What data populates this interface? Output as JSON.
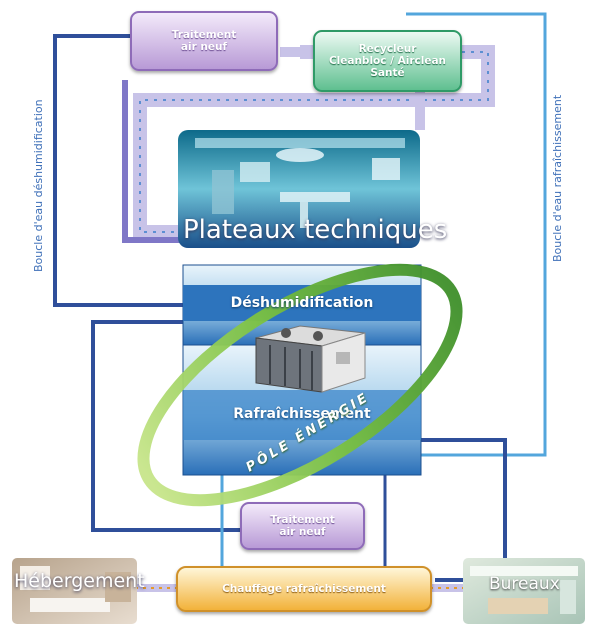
{
  "labels": {
    "traitement_top": [
      "Traitement",
      "air neuf"
    ],
    "recycleur": [
      "Recycleur",
      "Cleanbloc / Airclean Santé"
    ],
    "plateaux": "Plateaux techniques",
    "deshumidification": "Déshumidification",
    "rafraichissement": "Rafraîchissement",
    "pole_energie": "PÔLE ÉNERGIE",
    "traitement_bottom": [
      "Traitement",
      "air neuf"
    ],
    "hebergement": "Hébergement",
    "chauffage": "Chauffage rafraîchissement",
    "bureaux": "Bureaux",
    "boucle_left": "Boucle d'eau déshumidification",
    "boucle_right": "Boucle d'eau rafraîchissement"
  },
  "icons": [
    "chiller-unit-icon",
    "operating-room-photo",
    "hospital-room-photo",
    "office-photo"
  ],
  "colors": {
    "pipe_dark_blue": "#2f4f9a",
    "pipe_light_blue": "#53a6dc",
    "purple_box": "#b89ad6",
    "green_box": "#5fc090",
    "orange_box": "#f2b23a",
    "ring_green": "#7cc242",
    "blue_panel": "#2a6fb8"
  }
}
